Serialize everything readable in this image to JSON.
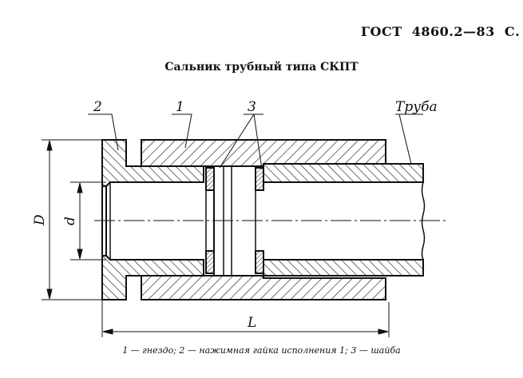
{
  "header": {
    "standard": "ГОСТ  4860.2—83  С."
  },
  "title": "Сальник трубный типа СКПТ",
  "labels": {
    "part1": "1",
    "part2": "2",
    "part3": "3",
    "pipe": "Труба",
    "dim_D": "D",
    "dim_d": "d",
    "dim_L": "L"
  },
  "caption": "1 — гнездо; 2 — нажимная гайка исполнения 1; 3 — шайба"
}
